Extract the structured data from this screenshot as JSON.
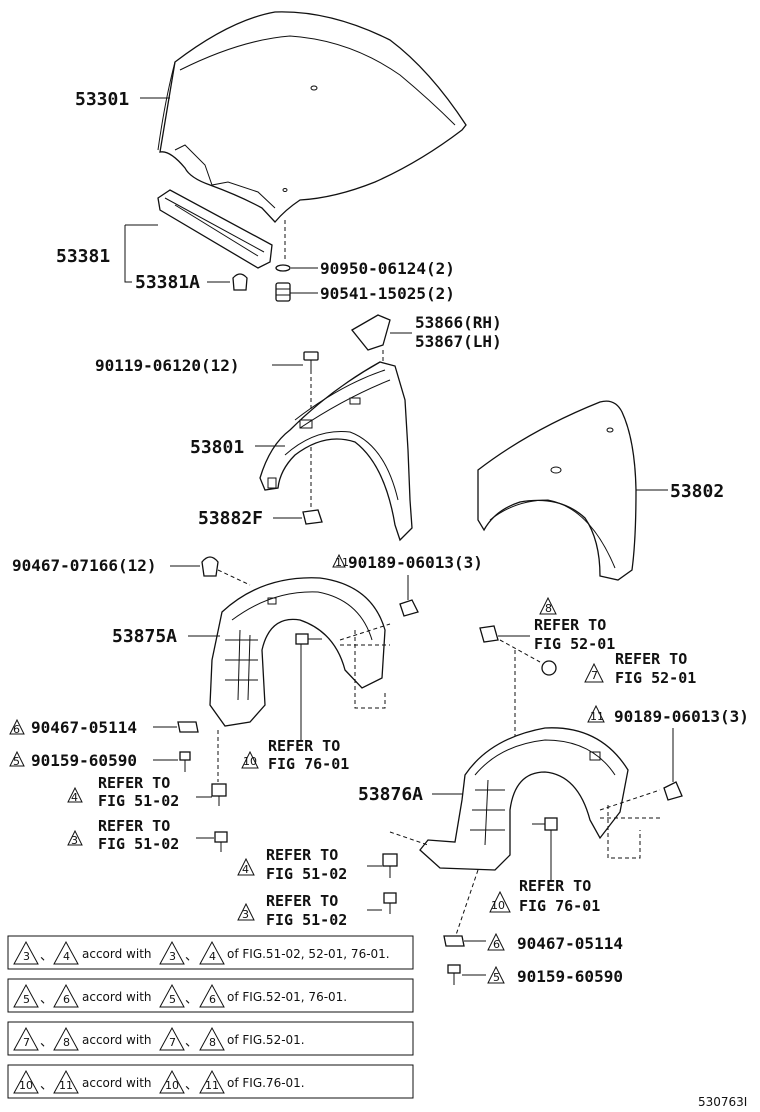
{
  "parts": {
    "hood": "53301",
    "hood_support": "53381",
    "hood_support_a": "53381A",
    "cushion_a": "90950-06124(2)",
    "cushion_b": "90541-15025(2)",
    "seal_rh": "53866(RH)",
    "seal_lh": "53867(LH)",
    "bolt_fender": "90119-06120(12)",
    "fender_lh": "53801",
    "fender_rh": "53802",
    "clip_f": "53882F",
    "clip_1": "90467-07166(12)",
    "rivet_11a": "90189-06013(3)",
    "rivet_11b": "90189-06013(3)",
    "liner_a": "53875A",
    "liner_b": "53876A",
    "clip_6a": "90467-05114",
    "clip_6b": "90467-05114",
    "screw_5a": "90159-60590",
    "screw_5b": "90159-60590"
  },
  "refs": {
    "refer_to": "REFER TO",
    "fig_52": "FIG 52-01",
    "fig_51": "FIG 51-02",
    "fig_76": "FIG 76-01"
  },
  "markers": {
    "m1": "1",
    "m3": "3",
    "m4": "4",
    "m5": "5",
    "m6": "6",
    "m7": "7",
    "m8": "8",
    "m10": "10",
    "m11": "11"
  },
  "notes": [
    {
      "a": "3",
      "b": "4",
      "text": "accord with",
      "c": "3",
      "d": "4",
      "fig": "of FIG.51-02, 52-01, 76-01."
    },
    {
      "a": "5",
      "b": "6",
      "text": "accord with",
      "c": "5",
      "d": "6",
      "fig": "of FIG.52-01, 76-01."
    },
    {
      "a": "7",
      "b": "8",
      "text": "accord with",
      "c": "7",
      "d": "8",
      "fig": "of FIG.52-01."
    },
    {
      "a": "10",
      "b": "11",
      "text": "accord with",
      "c": "10",
      "d": "11",
      "fig": "of FIG.76-01."
    }
  ],
  "sep": "、",
  "diagram_id": "530763I"
}
